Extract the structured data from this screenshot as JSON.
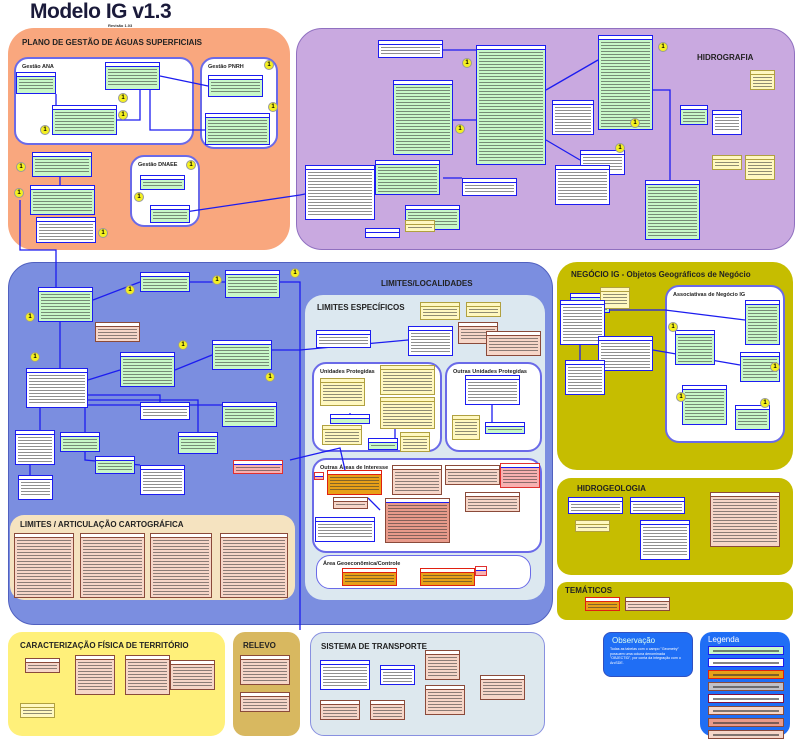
{
  "header": {
    "title": "Modelo IG v1.3",
    "subtitle": "Revisão 1.03"
  },
  "regions": {
    "plano": "PLANO DE GESTÃO DE ÁGUAS SUPERFICIAIS",
    "hidrografia": "HIDROGRAFIA",
    "limites": "LIMITES/LOCALIDADES",
    "limites_especificos": "LIMITES ESPECÍFICOS",
    "articulacao": "LIMITES / ARTICULAÇÃO CARTOGRÁFICA",
    "negocio": "NEGÓCIO IG - Objetos Geográficos de Negócio",
    "hidrogeologia": "HIDROGEOLOGIA",
    "tematicos": "TEMÁTICOS",
    "caracterizacao": "CARACTERIZAÇÃO FÍSICA DE TERRITÓRIO",
    "relevo": "RELEVO",
    "transporte": "SISTEMA DE TRANSPORTE"
  },
  "panels": {
    "gestao_ana": "Gestão ANA",
    "gestao_pnrh": "Gestão PNRH",
    "gestao_dnaee": "Gestão DNAEE",
    "associativas": "Associativas de Negócio IG",
    "unidades": "Unidades Protegidas",
    "outras_unidades": "Outras Unidades Protegidas",
    "outras_areas": "Outras Áreas de Interesse",
    "area_geo": "Área Geoeconômica/Controle"
  },
  "observacao": {
    "title": "Observação",
    "text": "Todas as tabelas com o campo \"Geometry\" possuem uma coluna denominada \"OBJECTID\", por conta da integração com o ArcSDE."
  },
  "legenda": {
    "title": "Legenda",
    "colors": [
      "#c8f8c8",
      "#ffffff",
      "#e8a018",
      "#c0c0c8",
      "#ffffff",
      "#f6d6c8",
      "#e89a8a",
      "#f6d6c8"
    ]
  },
  "colors": {
    "plano": "#f9a77e",
    "hidrografia": "#c9a9e0",
    "limites": "#7b8ee0",
    "negocio": "#c6bd00",
    "caracterizacao": "#fff07a",
    "relevo": "#d8b860",
    "transporte": "#dde8ee",
    "table_border": "#1c1cf0"
  }
}
